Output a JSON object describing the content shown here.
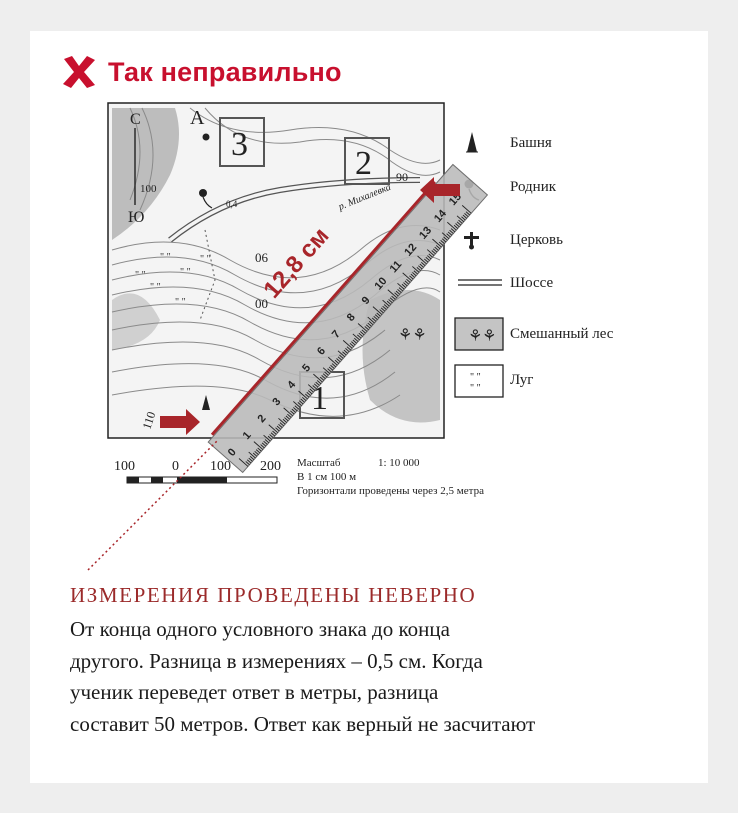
{
  "header": {
    "title": "Так неправильно",
    "icon": "cross-icon",
    "accent": "#c8102e"
  },
  "map": {
    "square_labels": [
      "3",
      "2",
      "1"
    ],
    "point_label": "А",
    "compass": {
      "north": "С",
      "south": "Ю"
    },
    "contour_labels": [
      "100",
      "90",
      "06",
      "00",
      "110"
    ],
    "river_label": "р. Михалевка",
    "river_flow": "0,4",
    "legend": [
      {
        "icon": "tower-icon",
        "label": "Башня"
      },
      {
        "icon": "spring-icon",
        "label": "Родник"
      },
      {
        "icon": "church-icon",
        "label": "Церковь"
      },
      {
        "icon": "highway-icon",
        "label": "Шоссе"
      },
      {
        "icon": "mixed-forest-icon",
        "label": "Смешанный лес"
      },
      {
        "icon": "meadow-icon",
        "label": "Луг"
      }
    ],
    "scale": {
      "ticks": [
        "100",
        "0",
        "100",
        "200"
      ],
      "title": "Масштаб",
      "ratio": "1: 10 000",
      "unit_text": "В 1 см 100 м",
      "contour_text": "Горизонтали проведены через 2,5 метра"
    }
  },
  "ruler": {
    "numbers": [
      "0",
      "1",
      "2",
      "3",
      "4",
      "5",
      "6",
      "7",
      "8",
      "9",
      "10",
      "11",
      "12",
      "13",
      "14",
      "15"
    ],
    "measurement": "12,8 см",
    "arrow_color": "#a8252a"
  },
  "caption": {
    "heading": "ИЗМЕРЕНИЯ ПРОВЕДЕНЫ НЕВЕРНО",
    "lines": [
      "От конца одного условного знака до конца",
      "другого. Разница в измерениях – 0,5 см. Когда",
      "ученик переведет ответ в метры, разница",
      "составит 50 метров. Ответ как верный не засчитают"
    ]
  }
}
